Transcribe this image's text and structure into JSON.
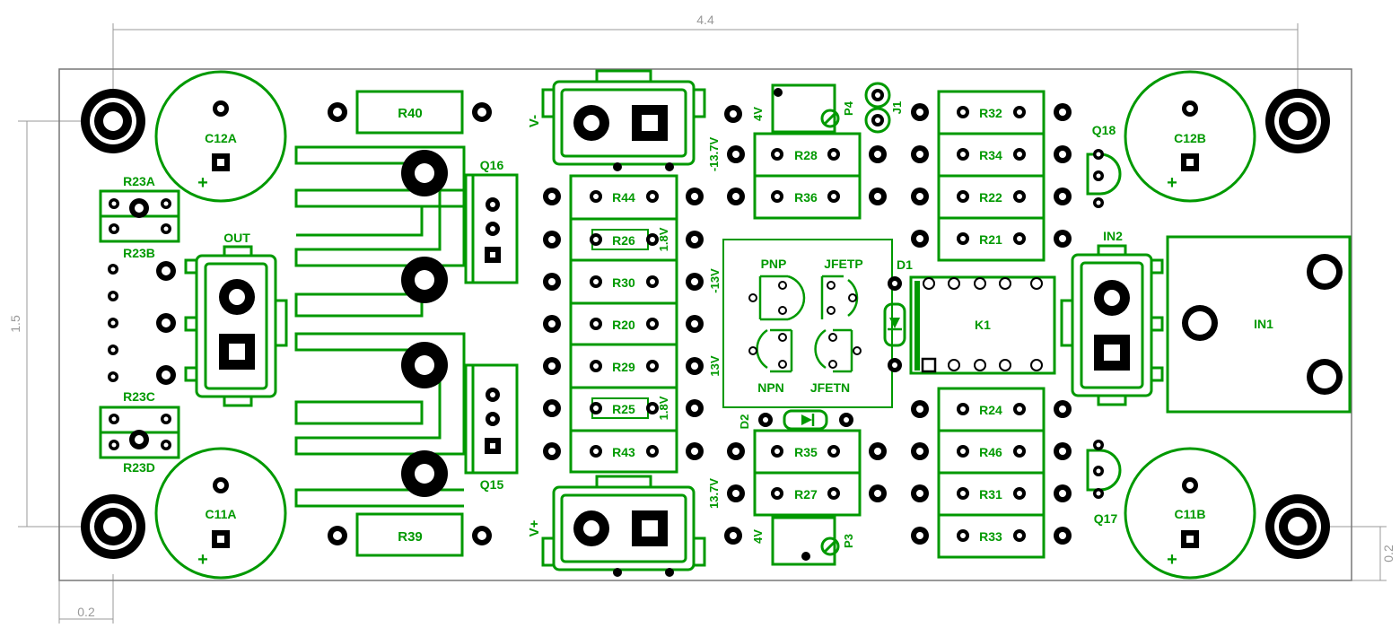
{
  "colors": {
    "silkscreen": "#009900",
    "pads": "#000000",
    "dimension": "#999999",
    "background": "#ffffff"
  },
  "dimensions": {
    "width_label": "4.4",
    "height_label": "1.5",
    "offset_x_label": "0.2",
    "offset_y_label": "0.2"
  },
  "capacitors": {
    "c12a": "C12A",
    "c12b": "C12B",
    "c11a": "C11A",
    "c11b": "C11B",
    "polarity": "+"
  },
  "resistors": {
    "r40": "R40",
    "r39": "R39",
    "r44": "R44",
    "r26": "R26",
    "r30": "R30",
    "r20": "R20",
    "r29": "R29",
    "r25": "R25",
    "r43": "R43",
    "r28": "R28",
    "r36": "R36",
    "r35": "R35",
    "r27": "R27",
    "r32": "R32",
    "r34": "R34",
    "r22": "R22",
    "r21": "R21",
    "r24": "R24",
    "r46": "R46",
    "r31": "R31",
    "r33": "R33",
    "r23a": "R23A",
    "r23b": "R23B",
    "r23c": "R23C",
    "r23d": "R23D"
  },
  "connectors": {
    "out": "OUT",
    "in1": "IN1",
    "in2": "IN2",
    "v_minus": "V-",
    "v_plus": "V+",
    "j1": "J1"
  },
  "transistors": {
    "q15": "Q15",
    "q16": "Q16",
    "q17": "Q17",
    "q18": "Q18"
  },
  "trimmers": {
    "p3": "P3",
    "p4": "P4"
  },
  "diodes": {
    "d1": "D1",
    "d2": "D2"
  },
  "relay": {
    "k1": "K1"
  },
  "socket_labels": {
    "pnp": "PNP",
    "jfetp": "JFETP",
    "npn": "NPN",
    "jfetn": "JFETN"
  },
  "voltage_labels": {
    "v4_top": "4V",
    "v4_bottom": "4V",
    "v13_7_neg": "-13.7V",
    "v13_7_pos": "13.7V",
    "v1_8_top": "1.8V",
    "v1_8_bottom": "1.8V",
    "v13_neg": "-13V",
    "v13_pos": "13V"
  }
}
